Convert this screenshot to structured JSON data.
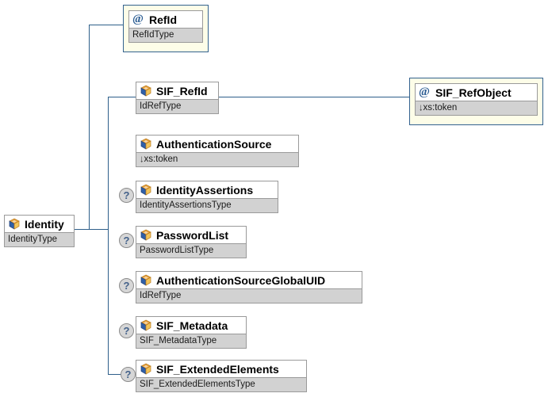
{
  "diagram": {
    "kind": "xml-schema-element-diagram",
    "root": {
      "name": "Identity",
      "type": "IdentityType",
      "icon": "element-icon",
      "optional": false
    },
    "attributes": [
      {
        "name": "RefId",
        "type": "RefIdType",
        "icon": "attribute-icon",
        "optional": false
      }
    ],
    "children": [
      {
        "name": "SIF_RefId",
        "type": "IdRefType",
        "icon": "element-icon",
        "optional": false,
        "typeArrow": ""
      },
      {
        "name": "AuthenticationSource",
        "type": "xs:token",
        "icon": "element-icon",
        "optional": false,
        "typeArrow": "↓"
      },
      {
        "name": "IdentityAssertions",
        "type": "IdentityAssertionsType",
        "icon": "element-icon",
        "optional": true,
        "typeArrow": ""
      },
      {
        "name": "PasswordList",
        "type": "PasswordListType",
        "icon": "element-icon",
        "optional": true,
        "typeArrow": ""
      },
      {
        "name": "AuthenticationSourceGlobalUID",
        "type": "IdRefType",
        "icon": "element-icon",
        "optional": true,
        "typeArrow": ""
      },
      {
        "name": "SIF_Metadata",
        "type": "SIF_MetadataType",
        "icon": "element-icon",
        "optional": true,
        "typeArrow": ""
      },
      {
        "name": "SIF_ExtendedElements",
        "type": "SIF_ExtendedElementsType",
        "icon": "element-icon",
        "optional": true,
        "typeArrow": ""
      }
    ],
    "grandchild_attributes": [
      {
        "name": "SIF_RefObject",
        "type": "xs:token",
        "icon": "attribute-icon",
        "optional": false,
        "typeArrow": "↓",
        "parent": "SIF_RefId"
      }
    ],
    "optional_marker": "?",
    "colors": {
      "connector": "#2e5f8a",
      "frame_border": "#33628f",
      "frame_fill": "#fdfde8",
      "box_border": "#9a9a9a",
      "type_fill": "#d2d2d2",
      "name_fill": "#ffffff",
      "attribute_icon": "#2b5d93",
      "marker_fill": "#d6d6d6"
    }
  }
}
